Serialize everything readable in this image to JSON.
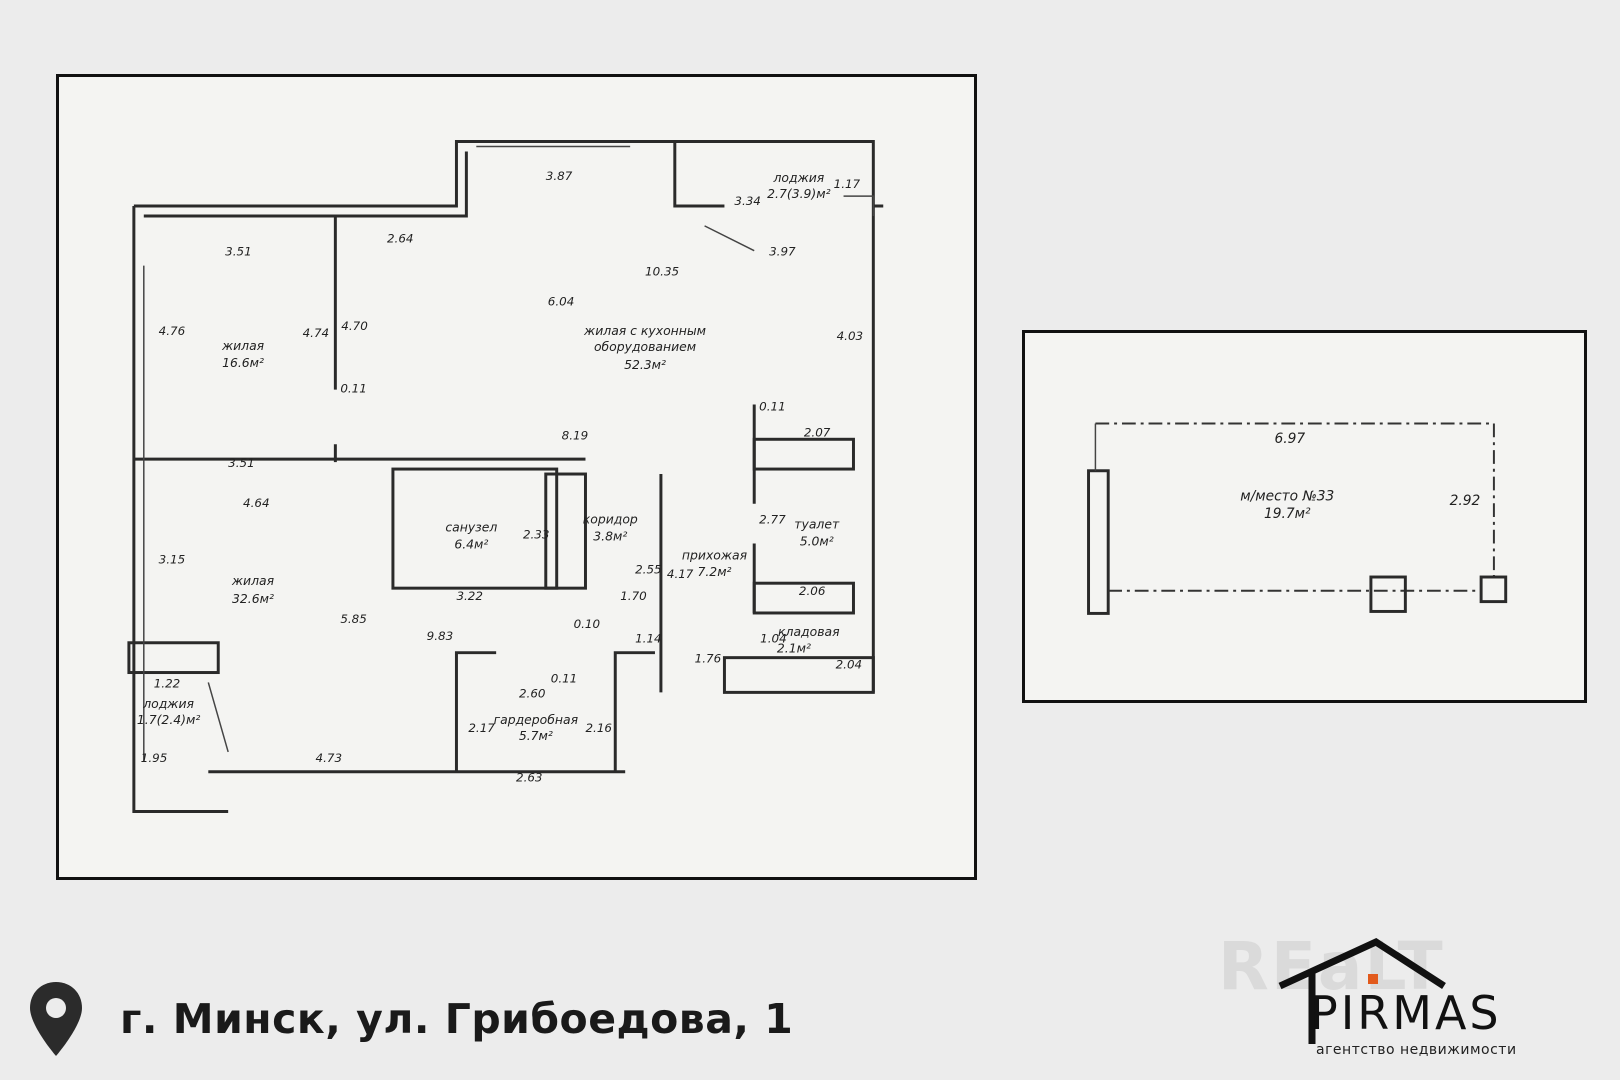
{
  "floor_plan": {
    "rooms": [
      {
        "name": "жилая",
        "area": "16.6м²"
      },
      {
        "name": "жилая с кухонным",
        "name2": "оборудованием",
        "area": "52.3м²"
      },
      {
        "name": "лоджия",
        "area": "2.7(3.9)м²"
      },
      {
        "name": "жилая",
        "area": "32.6м²"
      },
      {
        "name": "санузел",
        "area": "6.4м²"
      },
      {
        "name": "коридор",
        "area": "3.8м²"
      },
      {
        "name": "прихожая",
        "area": "7.2м²"
      },
      {
        "name": "туалет",
        "area": "5.0м²"
      },
      {
        "name": "кладовая",
        "area": "2.1м²"
      },
      {
        "name": "гардеробная",
        "area": "5.7м²"
      },
      {
        "name": "лоджия",
        "area": "1.7(2.4)м²"
      }
    ],
    "dimensions": [
      "3.87",
      "3.34",
      "1.17",
      "2.64",
      "3.51",
      "3.97",
      "10.35",
      "4.76",
      "4.74",
      "4.70",
      "6.04",
      "4.03",
      "0.11",
      "0.11",
      "8.19",
      "2.07",
      "3.51",
      "4.64",
      "2.33",
      "2.77",
      "3.15",
      "3.22",
      "1.70",
      "2.55",
      "4.17",
      "2.06",
      "5.85",
      "9.83",
      "0.10",
      "1.14",
      "1.04",
      "2.04",
      "1.22",
      "1.76",
      "2.60",
      "0.11",
      "2.17",
      "2.16",
      "1.95",
      "4.73",
      "2.63"
    ]
  },
  "parking": {
    "name": "м/место №33",
    "area": "19.7м²",
    "length": "6.97",
    "width": "2.92"
  },
  "address": "г. Минск, ул. Грибоедова, 1",
  "logo": {
    "realt": "REaLT",
    "brand": "PIRMAS",
    "tagline": "агентство недвижимости"
  }
}
